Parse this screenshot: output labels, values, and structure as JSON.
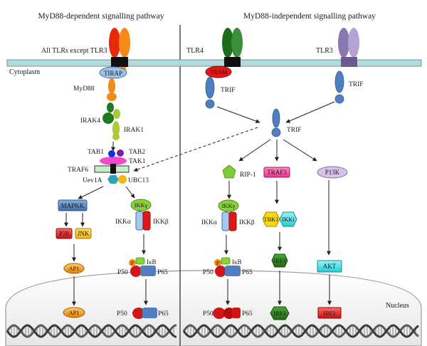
{
  "headers": {
    "left": "MyD88-dependent signalling pathway",
    "right": "MyD88-independent signalling pathway"
  },
  "membrane": {
    "all_tlrs": "All TLRs except TLR3",
    "tlr4": "TLR4",
    "tlr3": "TLR3",
    "cytoplasm": "Cytoplasm",
    "nucleus": "Nucleus"
  },
  "left": {
    "tirap": "TIRAP",
    "myd88": "MyD88",
    "irak4": "IRAK4",
    "irak1": "IRAK1",
    "tab1": "TAB1",
    "tab2": "TAB2",
    "tak1": "TAK1",
    "traf6": "TRAF6",
    "uev1a": "Uev1A",
    "ubc13": "UBC13",
    "mapkk": "MAPKK",
    "p38": "P38",
    "jnk": "JNK",
    "ap1": "AP1",
    "ap1_nucleus": "AP1",
    "ikkg": "IKKγ",
    "ikka": "IKKα",
    "ikkb": "IKKβ",
    "p": "P",
    "ikb": "IκB",
    "p50": "P50",
    "p65": "P65",
    "p50_nucleus": "P50",
    "p65_nucleus": "P65"
  },
  "right": {
    "tram": "TRAM",
    "trif_tlr4": "TRIF",
    "trif_tlr3": "TRIF",
    "trif_center": "TRIF",
    "rip1": "RIP-1",
    "traf3": "TRAF3",
    "p13k": "P13K",
    "ikkg": "IKKγ",
    "ikka": "IKKα",
    "ikkb": "IKKβ",
    "p": "P",
    "ikb": "IκB",
    "p50": "P50",
    "p65": "P65",
    "p50_nucleus": "P50",
    "p65_nucleus": "P65",
    "tbk1": "TBK1",
    "ikki": "IKKi",
    "irf3": "IRF3",
    "irf3_nucleus": "IRF3",
    "akt": "AKT",
    "irf2_nucleus": "IRF2"
  },
  "colors": {
    "membrane": "#b4d9d9",
    "tirap": "#9cc3e6",
    "myd88": "#f08a1c",
    "irak4": "#1f7a1f",
    "irak1": "#a8cc3a",
    "tab1": "#1730d8",
    "tab2": "#7a1fa0",
    "tak1": "#f04ac8",
    "traf6_bar": "#c7efc7",
    "blue_protein": "#4f7fc1",
    "mapkk": "#4f81bd",
    "p38": "#e81010",
    "jnk": "#f2b70f",
    "ap1": "#f08a10",
    "ikkg": "#8cd13a",
    "ikka": "#a7c8ee",
    "ikkb": "#e01818",
    "p_circle": "#f08a10",
    "ikb": "#8cd13a",
    "p50": "#d01616",
    "p65": "#4f7fc1",
    "rip1": "#7ccc3a",
    "traf3": "#ff4aa0",
    "p13k": "#d8c2e8",
    "tbk1": "#f7d90a",
    "ikki": "#3ac8d1",
    "irf3": "#2e8b1f",
    "akt": "#44e0ea",
    "irf2": "#e01818",
    "tlr_red": "#e82a0a",
    "tlr_orange": "#f58a1a",
    "tlr4_green": "#1d6b1d",
    "tlr3_purple": "#9a86be",
    "tram": "#e01818"
  }
}
